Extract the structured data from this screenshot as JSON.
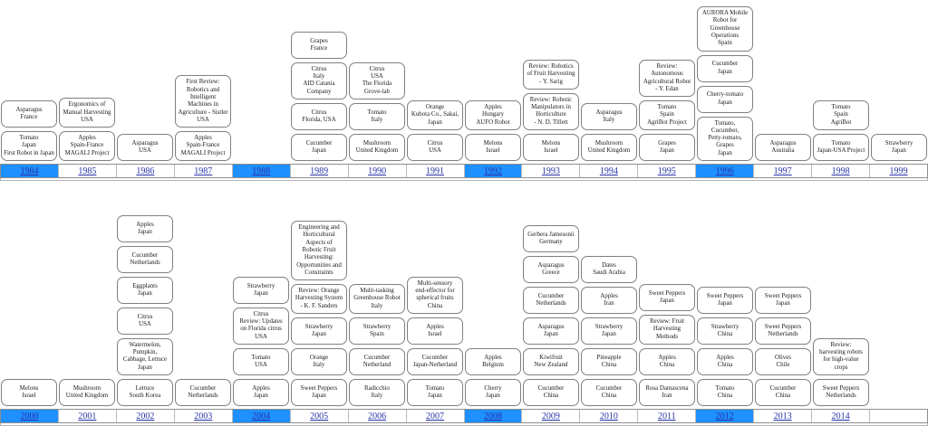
{
  "colors": {
    "year_highlight": "#1e90ff",
    "year_link": "#2832a8",
    "box_border": "#808080"
  },
  "timelines": [
    {
      "id": "1984-1999",
      "years": [
        {
          "year": "1984",
          "highlighted": true,
          "boxes": [
            "Asparagus\nFrance",
            "Tomato\nJapan\nFirst Robot in Japan"
          ]
        },
        {
          "year": "1985",
          "highlighted": false,
          "boxes": [
            "Ergonomics of\nManual Harvesting\nUSA",
            "Apples\nSpain-France\nMAGALI Project"
          ]
        },
        {
          "year": "1986",
          "highlighted": false,
          "boxes": [
            "Asparagus\nUSA"
          ]
        },
        {
          "year": "1987",
          "highlighted": false,
          "boxes": [
            "First Review:\nRobotics and\nIntelligent\nMachines in\nAgriculture - Sistler\nUSA",
            "Apples\nSpain-France\nMAGALI Project"
          ]
        },
        {
          "year": "1988",
          "highlighted": true,
          "boxes": []
        },
        {
          "year": "1989",
          "highlighted": false,
          "boxes": [
            "Grapes\nFrance",
            "Citrus\nItaly\nAID Catania\nCompany",
            "Citrus\nFlorida, USA",
            "Cucumber\nJapan"
          ]
        },
        {
          "year": "1990",
          "highlighted": false,
          "boxes": [
            "Citrus\nUSA\nThe Florida\nGrove-lab",
            "Tomato\nItaly",
            "Mushroom\nUnited Kingdom"
          ]
        },
        {
          "year": "1991",
          "highlighted": false,
          "boxes": [
            "Orange\nKubota Co., Sakai,\nJapan",
            "Citrus\nUSA"
          ]
        },
        {
          "year": "1992",
          "highlighted": true,
          "boxes": [
            "Apples\nHungary\nAUFO Robot",
            "Melons\nIsrael"
          ]
        },
        {
          "year": "1993",
          "highlighted": false,
          "boxes": [
            "Review: Robotics\nof Fruit Harvesting\n- Y. Sarig",
            "Review: Robotic\nManipulators in\nHorticulture\n- N. D. Tillett",
            "Melons\nIsrael"
          ]
        },
        {
          "year": "1994",
          "highlighted": false,
          "boxes": [
            "Asparagus\nItaly",
            "Mushroom\nUnited Kingdom"
          ]
        },
        {
          "year": "1995",
          "highlighted": false,
          "boxes": [
            "Review:\nAutonomous\nAgricultural Robot\n- Y. Edan",
            "Tomato\nSpain\nAgriBot Project",
            "Grapes\nJapan"
          ]
        },
        {
          "year": "1996",
          "highlighted": true,
          "boxes": [
            "AURORA Mobile\nRobot for\nGreenhouse\nOperations\nSpain",
            "Cucumber\nJapan",
            "Cherry-tomato\nJapan",
            "Tomato,\nCucumber,\nPetty-tomato,\nGrapes\nJapan"
          ]
        },
        {
          "year": "1997",
          "highlighted": false,
          "boxes": [
            "Asparagus\nAustralia"
          ]
        },
        {
          "year": "1998",
          "highlighted": false,
          "boxes": [
            "Tomato\nSpain\nAgriBot",
            "Tomato\nJapan-USA Project"
          ]
        },
        {
          "year": "1999",
          "highlighted": false,
          "boxes": [
            "Strawberry\nJapan"
          ]
        }
      ]
    },
    {
      "id": "2000-2014",
      "years": [
        {
          "year": "2000",
          "highlighted": true,
          "boxes": [
            "Melons\nIsrael"
          ]
        },
        {
          "year": "2001",
          "highlighted": false,
          "boxes": [
            "Mushroom\nUnited Kingdom"
          ]
        },
        {
          "year": "2002",
          "highlighted": false,
          "boxes": [
            "Apples\nJapan",
            "Cucumber\nNetherlands",
            "Eggplants\nJapan",
            "Citrus\nUSA",
            "Watermelon,\nPumpkin,\nCabbage, Lettuce\nJapan",
            "Lettuce\nSouth Korea"
          ]
        },
        {
          "year": "2003",
          "highlighted": false,
          "boxes": [
            "Cucumber\nNetherlands"
          ]
        },
        {
          "year": "2004",
          "highlighted": true,
          "boxes": [
            "Strawberry\nJapan",
            "Citrus\nReview: Updates\non Florida citrus\nUSA",
            "Tomato\nUSA",
            "Apples\nJapan"
          ]
        },
        {
          "year": "2005",
          "highlighted": false,
          "boxes": [
            "Engineering and\nHorticultural\nAspects of\nRobotic Fruit\nHarvesting:\nOpportunities and\nConstraints",
            "Review: Orange\nHarvesting System\n- K. F. Sanders",
            "Strawberry\nJapan",
            "Orange\nItaly",
            "Sweet Peppers\nJapan"
          ]
        },
        {
          "year": "2006",
          "highlighted": false,
          "boxes": [
            "Multi-tasking\nGreenhouse Robot\nItaly",
            "Strawberry\nSpain",
            "Cucumber\nNetherland",
            "Radicchio\nItaly"
          ]
        },
        {
          "year": "2007",
          "highlighted": false,
          "boxes": [
            "Multi-sensory\nend-effector for\nspherical fruits\nChina",
            "Apples\nIsrael",
            "Cucumber\nJapan-Netherland",
            "Tomato\nJapan"
          ]
        },
        {
          "year": "2008",
          "highlighted": true,
          "boxes": [
            "Apples\nBelgium",
            "Cherry\nJapan"
          ]
        },
        {
          "year": "2009",
          "highlighted": false,
          "boxes": [
            "Gerbera Jamesonii\nGermany",
            "Asparagus\nGreece",
            "Cucumber\nNetherlands",
            "Asparagus\nJapan",
            "Kiwifruit\nNew Zealand",
            "Cucumber\nChina"
          ]
        },
        {
          "year": "2010",
          "highlighted": false,
          "boxes": [
            "Dates\nSaudi Arabia",
            "Apples\nIran",
            "Strawberry\nJapan",
            "Pineapple\nChina",
            "Cucumber\nChina"
          ]
        },
        {
          "year": "2011",
          "highlighted": false,
          "boxes": [
            "Sweet Peppers\nJapan",
            "Review: Fruit\nHarvesting\nMethods",
            "Apples\nChina",
            "Rosa Damascena\nIran"
          ]
        },
        {
          "year": "2012",
          "highlighted": true,
          "boxes": [
            "Sweet Peppers\nJapan",
            "Strawberry\nChina",
            "Apples\nChina",
            "Tomato\nChina"
          ]
        },
        {
          "year": "2013",
          "highlighted": false,
          "boxes": [
            "Sweet Peppers\nJapan",
            "Sweet Peppers\nNetherlands",
            "Olives\nChile",
            "Cucumber\nChina"
          ]
        },
        {
          "year": "2014",
          "highlighted": false,
          "boxes": [
            "Review:\nharvesting robots\nfor high-value\ncrops",
            "Sweet Peppers\nNetherlands"
          ]
        },
        {
          "year": "",
          "highlighted": false,
          "boxes": []
        }
      ]
    }
  ]
}
